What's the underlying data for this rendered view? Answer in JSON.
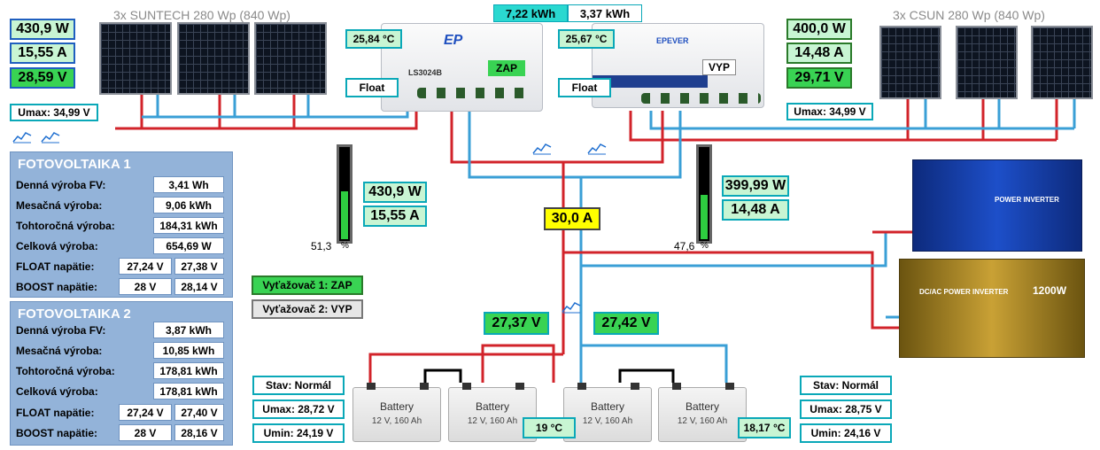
{
  "energy": {
    "left_kwh": "7,22 kWh",
    "right_kwh": "3,37 kWh"
  },
  "array_left": {
    "title": "3x SUNTECH 280 Wp (840 Wp)",
    "power": "430,9 W",
    "current": "15,55 A",
    "voltage": "28,59 V",
    "umax": "Umax: 34,99 V"
  },
  "array_right": {
    "title": "3x CSUN 280 Wp (840 Wp)",
    "power": "400,0 W",
    "current": "14,48 A",
    "voltage": "29,71 V",
    "umax": "Umax: 34,99 V"
  },
  "controller_left": {
    "temp": "25,84 °C",
    "mode": "Float",
    "state": "ZAP",
    "model": "LS3024B"
  },
  "controller_right": {
    "temp": "25,67 °C",
    "mode": "Float",
    "state": "VYP",
    "brand": "EPEVER"
  },
  "gauge_left": {
    "percent": 51.3,
    "percent_label": "51,3",
    "unit": "%",
    "power": "430,9 W",
    "current": "15,55 A"
  },
  "gauge_right": {
    "percent": 47.6,
    "percent_label": "47,6",
    "unit": "%",
    "power": "399,99 W",
    "current": "14,48 A"
  },
  "bus": {
    "current": "30,0 A",
    "voltage_left": "27,37 V",
    "voltage_right": "27,42 V"
  },
  "loads": {
    "load1": "Vyťažovač 1: ZAP",
    "load2": "Vyťažovač 2: VYP"
  },
  "fv1": {
    "title": "FOTOVOLTAIKA 1",
    "rows": [
      {
        "label": "Denná výroba FV:",
        "value": "3,41 Wh"
      },
      {
        "label": "Mesačná výroba:",
        "value": "9,06 kWh"
      },
      {
        "label": "Tohtoročná výroba:",
        "value": "184,31 kWh"
      },
      {
        "label": "Celková výroba:",
        "value": "654,69 W"
      }
    ],
    "float_label": "FLOAT napätie:",
    "float_a": "27,24 V",
    "float_b": "27,38 V",
    "boost_label": "BOOST napätie:",
    "boost_a": "28 V",
    "boost_b": "28,14 V"
  },
  "fv2": {
    "title": "FOTOVOLTAIKA 2",
    "rows": [
      {
        "label": "Denná výroba FV:",
        "value": "3,87 kWh"
      },
      {
        "label": "Mesačná výroba:",
        "value": "10,85 kWh"
      },
      {
        "label": "Tohtoročná výroba:",
        "value": "178,81 kWh"
      },
      {
        "label": "Celková výroba:",
        "value": "178,81 kWh"
      }
    ],
    "float_label": "FLOAT napätie:",
    "float_a": "27,24 V",
    "float_b": "27,40 V",
    "boost_label": "BOOST napätie:",
    "boost_a": "28 V",
    "boost_b": "28,16 V"
  },
  "battery_left": {
    "stav": "Stav: Normál",
    "umax": "Umax: 28,72 V",
    "umin": "Umin: 24,19 V",
    "temp": "19 °C"
  },
  "battery_right": {
    "stav": "Stav: Normál",
    "umax": "Umax: 28,75 V",
    "umin": "Umin: 24,16 V",
    "temp": "18,17 °C"
  },
  "batteries": [
    {
      "label": "Battery",
      "spec": "12 V, 160 Ah"
    },
    {
      "label": "Battery",
      "spec": "12 V, 160 Ah"
    },
    {
      "label": "Battery",
      "spec": "12 V, 160 Ah"
    },
    {
      "label": "Battery",
      "spec": "12 V, 160 Ah"
    }
  ],
  "inverters": {
    "top_label": "POWER INVERTER",
    "bottom_label": "DC/AC POWER INVERTER",
    "bottom_watts": "1200W"
  },
  "colors": {
    "wire_pos": "#d2232a",
    "wire_neg": "#3a9fd6",
    "accent_cyan": "#0aa8b8",
    "ok_green": "#39d353",
    "bus_yellow": "#ffff00"
  }
}
